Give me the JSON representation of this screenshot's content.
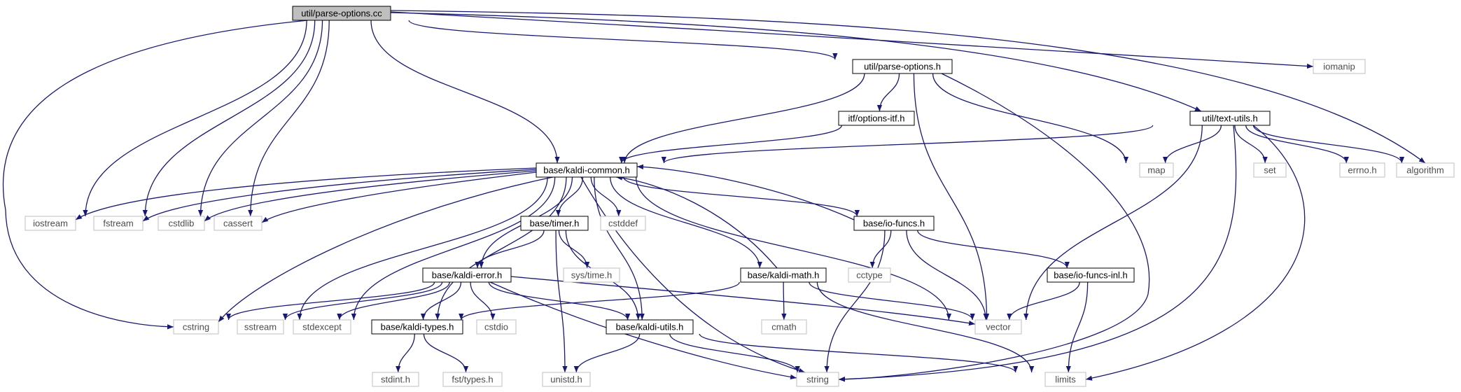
{
  "colors": {
    "edge": "#191970",
    "node_border_main": "#000000",
    "node_border_external": "#bfbfbf",
    "node_fill_root": "#bfbfbf",
    "node_fill": "#ffffff",
    "text_main": "#000000",
    "text_external": "#4d4d4d"
  },
  "nodes": [
    {
      "id": "root",
      "label": "util/parse-options.cc",
      "kind": "root"
    },
    {
      "id": "po_h",
      "label": "util/parse-options.h",
      "kind": "internal"
    },
    {
      "id": "iomanip",
      "label": "iomanip",
      "kind": "external"
    },
    {
      "id": "opt_itf",
      "label": "itf/options-itf.h",
      "kind": "internal"
    },
    {
      "id": "text_utils",
      "label": "util/text-utils.h",
      "kind": "internal"
    },
    {
      "id": "kcommon",
      "label": "base/kaldi-common.h",
      "kind": "internal"
    },
    {
      "id": "map",
      "label": "map",
      "kind": "external"
    },
    {
      "id": "set",
      "label": "set",
      "kind": "external"
    },
    {
      "id": "errno",
      "label": "errno.h",
      "kind": "external"
    },
    {
      "id": "algorithm",
      "label": "algorithm",
      "kind": "external"
    },
    {
      "id": "iostream",
      "label": "iostream",
      "kind": "external"
    },
    {
      "id": "fstream",
      "label": "fstream",
      "kind": "external"
    },
    {
      "id": "cstdlib",
      "label": "cstdlib",
      "kind": "external"
    },
    {
      "id": "cassert",
      "label": "cassert",
      "kind": "external"
    },
    {
      "id": "timer",
      "label": "base/timer.h",
      "kind": "internal"
    },
    {
      "id": "cstddef",
      "label": "cstddef",
      "kind": "external"
    },
    {
      "id": "iofuncs",
      "label": "base/io-funcs.h",
      "kind": "internal"
    },
    {
      "id": "cctype",
      "label": "cctype",
      "kind": "external"
    },
    {
      "id": "systime",
      "label": "sys/time.h",
      "kind": "external"
    },
    {
      "id": "kerror",
      "label": "base/kaldi-error.h",
      "kind": "internal"
    },
    {
      "id": "kmath",
      "label": "base/kaldi-math.h",
      "kind": "internal"
    },
    {
      "id": "iofuncsinl",
      "label": "base/io-funcs-inl.h",
      "kind": "internal"
    },
    {
      "id": "cstring",
      "label": "cstring",
      "kind": "external"
    },
    {
      "id": "sstream",
      "label": "sstream",
      "kind": "external"
    },
    {
      "id": "stdexcept",
      "label": "stdexcept",
      "kind": "external"
    },
    {
      "id": "ktypes",
      "label": "base/kaldi-types.h",
      "kind": "internal"
    },
    {
      "id": "cstdio",
      "label": "cstdio",
      "kind": "external"
    },
    {
      "id": "kutils",
      "label": "base/kaldi-utils.h",
      "kind": "internal"
    },
    {
      "id": "cmath",
      "label": "cmath",
      "kind": "external"
    },
    {
      "id": "vector",
      "label": "vector",
      "kind": "external"
    },
    {
      "id": "stdint",
      "label": "stdint.h",
      "kind": "external"
    },
    {
      "id": "fsttypes",
      "label": "fst/types.h",
      "kind": "external"
    },
    {
      "id": "unistd",
      "label": "unistd.h",
      "kind": "external"
    },
    {
      "id": "string",
      "label": "string",
      "kind": "external"
    },
    {
      "id": "limits",
      "label": "limits",
      "kind": "external"
    }
  ],
  "edges": [
    [
      "root",
      "po_h"
    ],
    [
      "root",
      "iomanip"
    ],
    [
      "root",
      "text_utils"
    ],
    [
      "root",
      "algorithm"
    ],
    [
      "root",
      "kcommon"
    ],
    [
      "root",
      "iostream"
    ],
    [
      "root",
      "fstream"
    ],
    [
      "root",
      "cstdlib"
    ],
    [
      "root",
      "cassert"
    ],
    [
      "root",
      "cstring"
    ],
    [
      "po_h",
      "opt_itf"
    ],
    [
      "po_h",
      "kcommon"
    ],
    [
      "po_h",
      "map"
    ],
    [
      "po_h",
      "vector"
    ],
    [
      "po_h",
      "string"
    ],
    [
      "opt_itf",
      "kcommon"
    ],
    [
      "text_utils",
      "kcommon"
    ],
    [
      "text_utils",
      "map"
    ],
    [
      "text_utils",
      "set"
    ],
    [
      "text_utils",
      "errno"
    ],
    [
      "text_utils",
      "algorithm"
    ],
    [
      "text_utils",
      "vector"
    ],
    [
      "text_utils",
      "string"
    ],
    [
      "text_utils",
      "limits"
    ],
    [
      "kcommon",
      "iostream"
    ],
    [
      "kcommon",
      "fstream"
    ],
    [
      "kcommon",
      "cstdlib"
    ],
    [
      "kcommon",
      "cassert"
    ],
    [
      "kcommon",
      "timer"
    ],
    [
      "kcommon",
      "cstddef"
    ],
    [
      "kcommon",
      "iofuncs"
    ],
    [
      "kcommon",
      "kerror"
    ],
    [
      "kcommon",
      "kmath"
    ],
    [
      "kcommon",
      "kutils"
    ],
    [
      "kcommon",
      "ktypes"
    ],
    [
      "kcommon",
      "cstring"
    ],
    [
      "kcommon",
      "sstream"
    ],
    [
      "kcommon",
      "stdexcept"
    ],
    [
      "kcommon",
      "string"
    ],
    [
      "kcommon",
      "vector"
    ],
    [
      "timer",
      "kerror"
    ],
    [
      "timer",
      "systime"
    ],
    [
      "timer",
      "unistd"
    ],
    [
      "timer",
      "kutils"
    ],
    [
      "iofuncs",
      "kcommon"
    ],
    [
      "iofuncs",
      "cctype"
    ],
    [
      "iofuncs",
      "iofuncsinl"
    ],
    [
      "iofuncs",
      "vector"
    ],
    [
      "iofuncs",
      "string"
    ],
    [
      "kerror",
      "cstring"
    ],
    [
      "kerror",
      "sstream"
    ],
    [
      "kerror",
      "stdexcept"
    ],
    [
      "kerror",
      "ktypes"
    ],
    [
      "kerror",
      "cstdio"
    ],
    [
      "kerror",
      "kutils"
    ],
    [
      "kerror",
      "string"
    ],
    [
      "kerror",
      "vector"
    ],
    [
      "kmath",
      "kcommon"
    ],
    [
      "kmath",
      "ktypes"
    ],
    [
      "kmath",
      "cmath"
    ],
    [
      "kmath",
      "vector"
    ],
    [
      "kmath",
      "limits"
    ],
    [
      "iofuncsinl",
      "vector"
    ],
    [
      "iofuncsinl",
      "limits"
    ],
    [
      "ktypes",
      "stdint"
    ],
    [
      "ktypes",
      "fsttypes"
    ],
    [
      "kutils",
      "unistd"
    ],
    [
      "kutils",
      "string"
    ],
    [
      "kutils",
      "limits"
    ]
  ]
}
